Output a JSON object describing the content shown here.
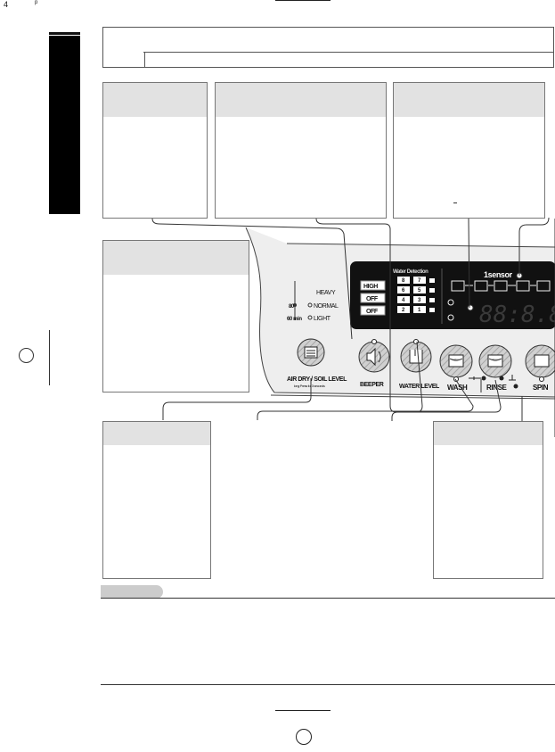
{
  "page": {
    "number": "4",
    "corner_mark": "p"
  },
  "panel": {
    "sensor_label": "1sensor",
    "water_dots_label": "Water Detection",
    "level_buttons": [
      "HIGH",
      "OFF",
      "OFF"
    ],
    "level_numbers": [
      "8",
      "7",
      "6",
      "5",
      "4",
      "3",
      "2",
      "1"
    ],
    "display_digits": "88:8.8.",
    "soil_heavy": "HEAVY",
    "soil_normal": "NORMAL",
    "soil_light": "LIGHT",
    "soil_left_labels": [
      "80",
      "60 min"
    ],
    "buttons": {
      "air_dry_soil": "AIR DRY / SOIL LEVEL",
      "air_dry_sub": "long Press for 3 seconds",
      "beeper": "BEEPER",
      "water_level": "WATER LEVEL",
      "wash": "WASH",
      "rinse": "RINSE",
      "spin": "SPIN"
    }
  }
}
